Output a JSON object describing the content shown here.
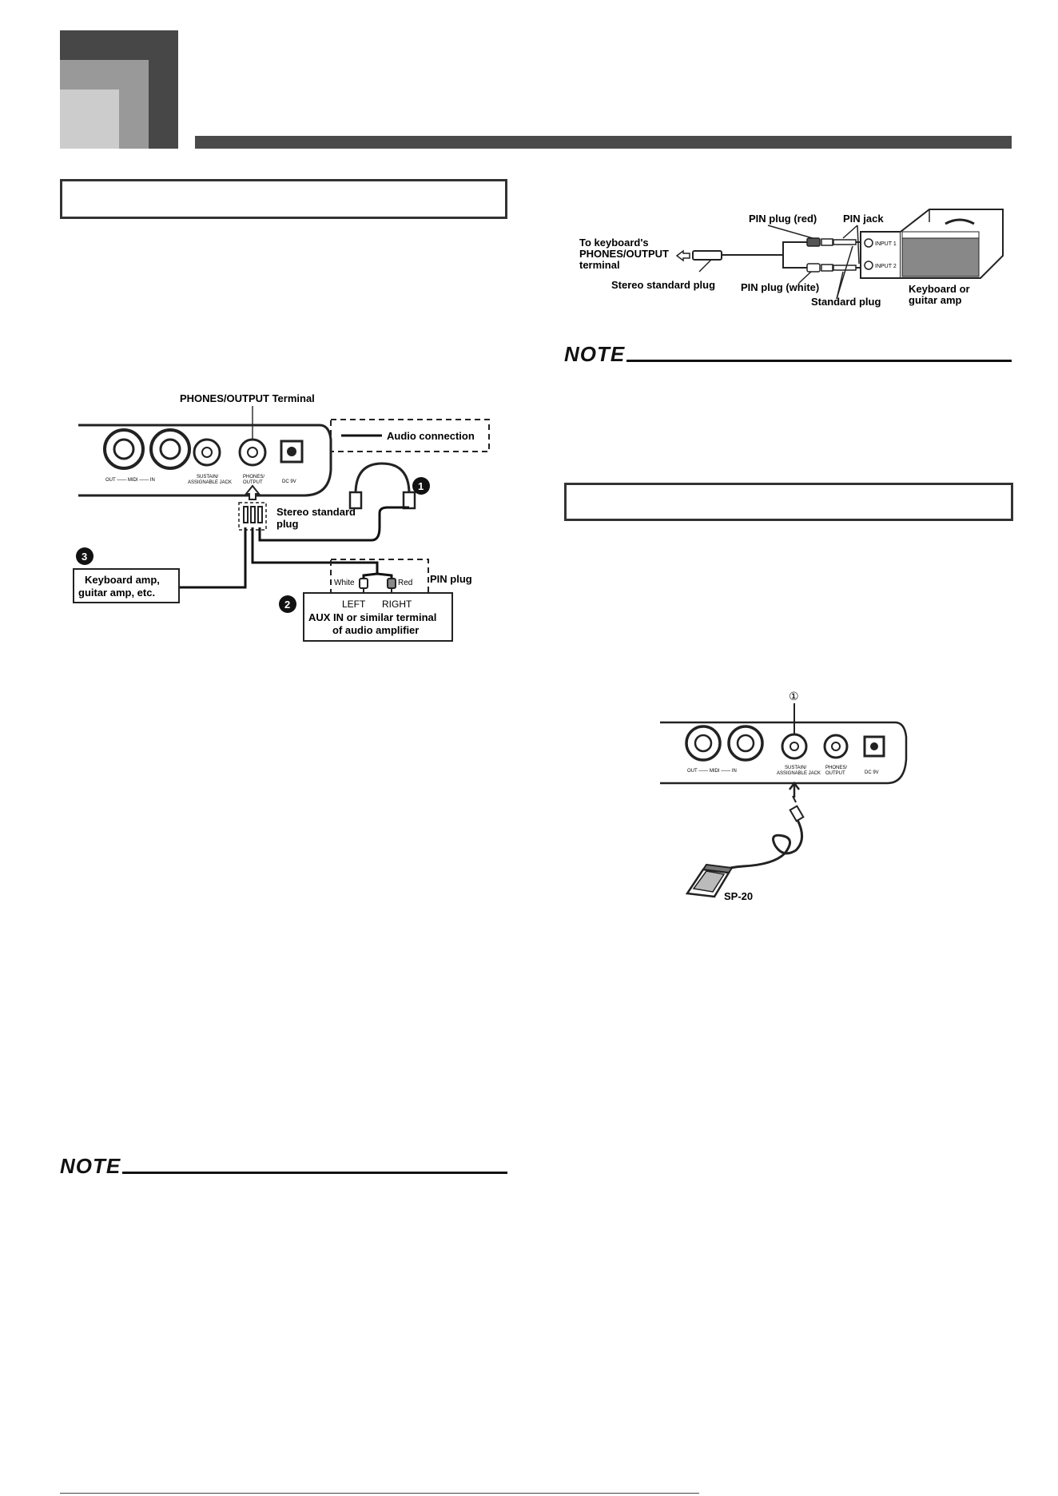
{
  "header": {
    "colors": {
      "dark": "#474747",
      "mid": "#999999",
      "light": "#cccccc",
      "bar": "#4a4a4a"
    }
  },
  "notes": {
    "label": "NOTE"
  },
  "diagram_audio": {
    "terminal_title": "PHONES/OUTPUT Terminal",
    "legend_label": "Audio connection",
    "panel_labels": {
      "out_midi_in": "OUT —— MIDI —— IN",
      "sustain": "SUSTAIN/",
      "assignable": "ASSIGNABLE JACK",
      "phones": "PHONES/",
      "output": "OUTPUT",
      "dc": "DC 9V"
    },
    "stereo_plug_line1": "Stereo standard",
    "stereo_plug_line2": "plug",
    "callout_1": "1",
    "callout_2": "2",
    "callout_3": "3",
    "amp_line1": "Keyboard amp,",
    "amp_line2": "guitar amp, etc.",
    "pin_plug": "PIN plug",
    "white": "White",
    "red": "Red",
    "left": "LEFT",
    "right": "RIGHT",
    "aux_line1": "AUX IN or similar terminal",
    "aux_line2": "of audio amplifier"
  },
  "diagram_amp": {
    "pin_plug_red": "PIN plug (red)",
    "pin_jack": "PIN jack",
    "to_keyboard_line1": "To keyboard's",
    "to_keyboard_line2": "PHONES/OUTPUT",
    "to_keyboard_line3": "terminal",
    "stereo_standard_plug": "Stereo standard plug",
    "pin_plug_white": "PIN plug (white)",
    "standard_plug": "Standard plug",
    "amp_line1": "Keyboard or",
    "amp_line2": "guitar amp",
    "input1": "INPUT 1",
    "input2": "INPUT 2"
  },
  "diagram_pedal": {
    "callout": "①",
    "panel_labels": {
      "out_midi_in": "OUT —— MIDI —— IN",
      "sustain": "SUSTAIN/",
      "assignable": "ASSIGNABLE JACK",
      "phones": "PHONES/",
      "output": "OUTPUT",
      "dc": "DC 9V"
    },
    "model": "SP-20"
  }
}
